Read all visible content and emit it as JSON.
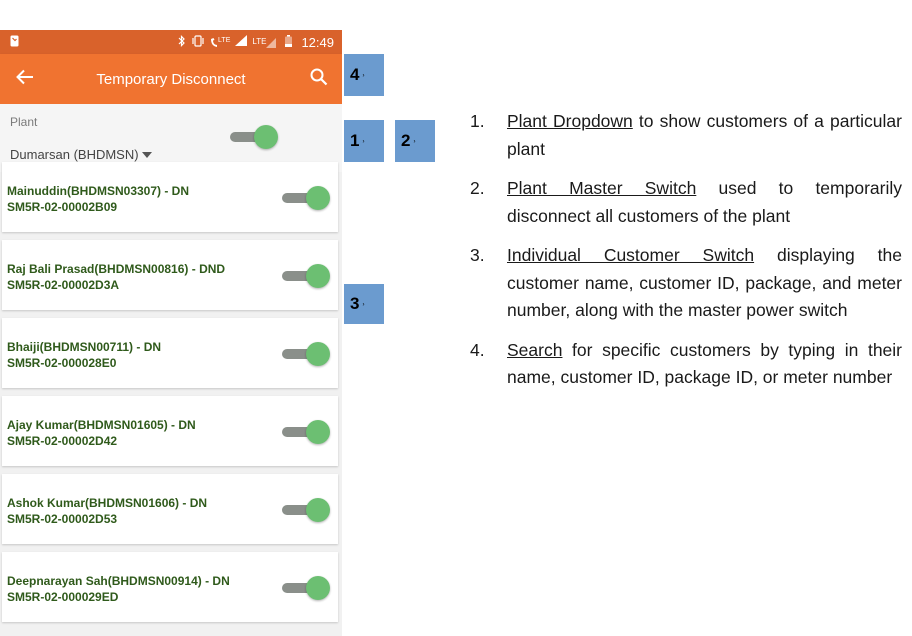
{
  "status_bar": {
    "icons": [
      "missed-call-icon",
      "bluetooth-icon",
      "vibrate-icon",
      "volte-icon",
      "signal-icon",
      "lte-icon",
      "battery-icon"
    ],
    "volte_label": "LTE",
    "lte_label": "LTE",
    "time": "12:49"
  },
  "app_bar": {
    "title": "Temporary Disconnect",
    "background": "#f07330",
    "status_background": "#d9622b"
  },
  "plant": {
    "label": "Plant",
    "selected": "Dumarsan (BHDMSN)",
    "master_switch_on": true
  },
  "customers": [
    {
      "name": "Mainuddin(BHDMSN03307) - DN",
      "meter": "SM5R-02-00002B09",
      "switch_on": true
    },
    {
      "name": "Raj Bali Prasad(BHDMSN00816) - DND",
      "meter": "SM5R-02-00002D3A",
      "switch_on": true
    },
    {
      "name": "Bhaiji(BHDMSN00711) - DN",
      "meter": "SM5R-02-000028E0",
      "switch_on": true
    },
    {
      "name": "Ajay Kumar(BHDMSN01605) - DN",
      "meter": "SM5R-02-00002D42",
      "switch_on": true
    },
    {
      "name": "Ashok Kumar(BHDMSN01606) - DN",
      "meter": "SM5R-02-00002D53",
      "switch_on": true
    },
    {
      "name": "Deepnarayan Sah(BHDMSN00914) - DN",
      "meter": "SM5R-02-000029ED",
      "switch_on": true
    }
  ],
  "markers": {
    "search": "4",
    "plant_dropdown": "1",
    "master_switch": "2",
    "customer_switch": "3"
  },
  "notes": [
    {
      "num": "1.",
      "term": "Plant Dropdown",
      "text": " to show customers of a particular plant"
    },
    {
      "num": "2.",
      "term": "Plant Master Switch",
      "text": " used to temporarily disconnect all customers of the plant"
    },
    {
      "num": "3.",
      "term": "Individual Customer Switch",
      "text": " displaying the customer name, customer ID, package, and meter number, along with the master power switch"
    },
    {
      "num": "4.",
      "term": "Search",
      "text": " for specific customers by typing in their name, customer ID, package ID, or meter number"
    }
  ]
}
